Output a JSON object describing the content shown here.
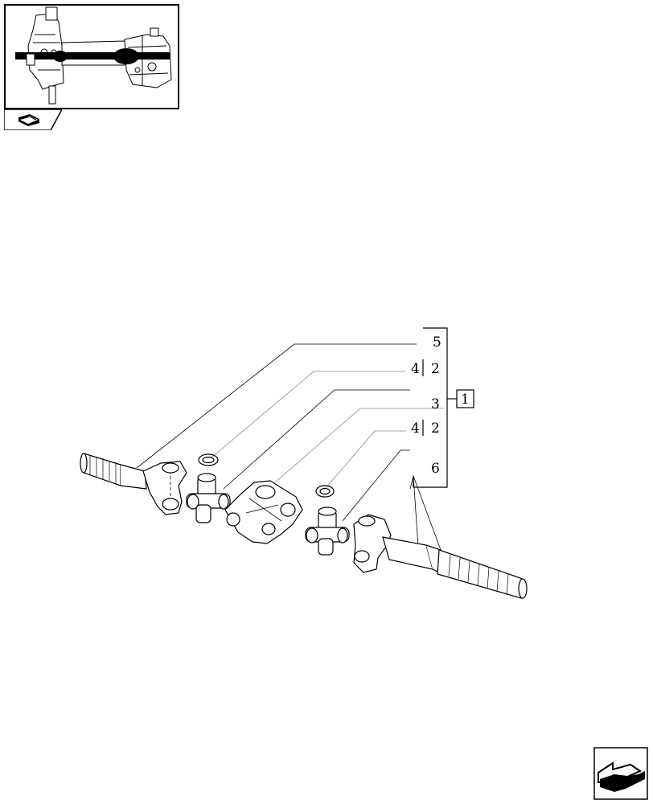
{
  "thumbnail": {
    "icon": "axle-assembly-thumbnail"
  },
  "thumbnail_tab": {
    "icon": "book-icon"
  },
  "callouts": {
    "c5": "5",
    "c4a": "4",
    "c2a": "2",
    "c3": "3",
    "c4b": "4",
    "c2b": "2",
    "c6": "6",
    "group": "1"
  },
  "nav": {
    "icon": "next-page-arrow-icon"
  }
}
